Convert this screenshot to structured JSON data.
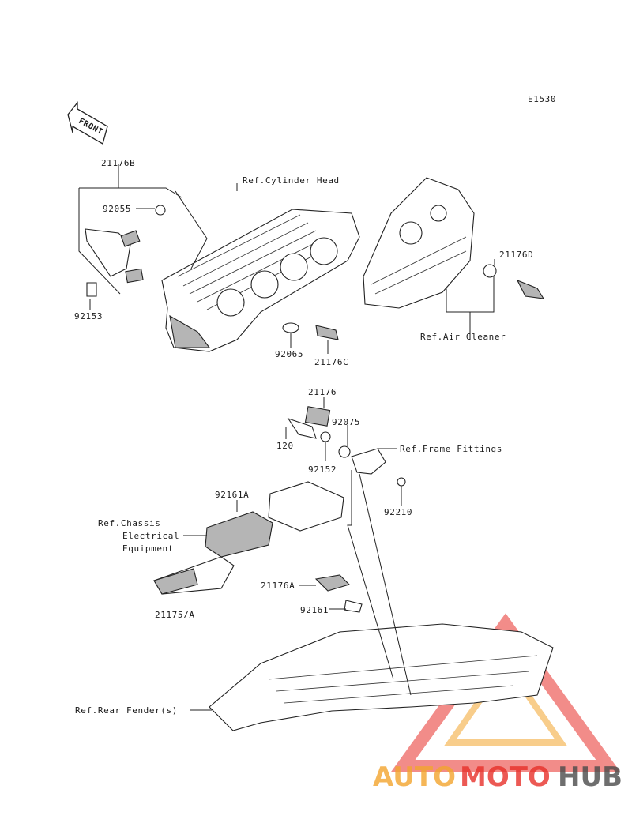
{
  "diagram_code": "E1530",
  "front_label": "FRONT",
  "labels": {
    "p21176B": "21176B",
    "p92055": "92055",
    "p92153": "92153",
    "ref_cylinder_head": "Ref.Cylinder Head",
    "p92065": "92065",
    "p21176C": "21176C",
    "p21176D": "21176D",
    "ref_air_cleaner": "Ref.Air Cleaner",
    "p21176": "21176",
    "p92075": "92075",
    "p120": "120",
    "p92152": "92152",
    "ref_frame_fittings": "Ref.Frame Fittings",
    "p92210": "92210",
    "p92161A": "92161A",
    "ref_chassis_1": "Ref.Chassis",
    "ref_chassis_2": "Electrical",
    "ref_chassis_3": "Equipment",
    "p21176A": "21176A",
    "p92161": "92161",
    "p21175A": "21175/A",
    "ref_rear_fender": "Ref.Rear Fender(s)"
  },
  "watermark": {
    "part1": "AUTO",
    "part2": "MOTO",
    "part3": "HUB",
    "color_main": "#e8302a",
    "color_accent": "#f3a52e",
    "color_dark": "#4a4a4a"
  }
}
